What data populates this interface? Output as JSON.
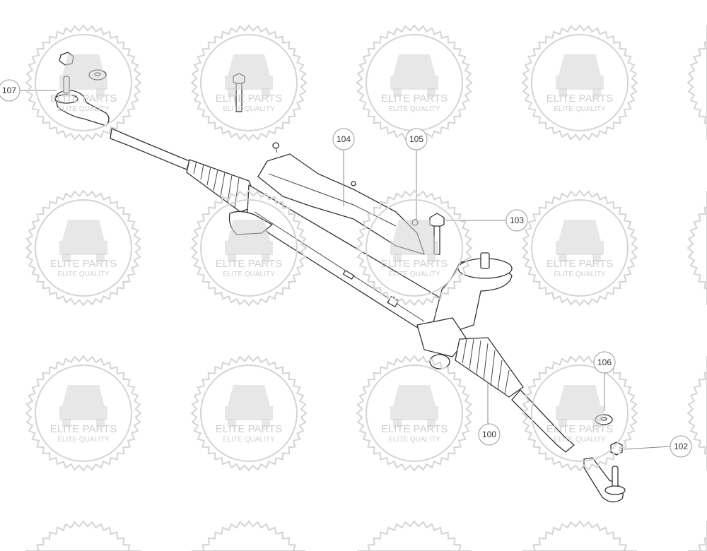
{
  "watermark": {
    "line1": "ELITE PARTS",
    "line2": "ELITE QUALITY",
    "color": "#d4d4d4",
    "icon": "car-icon"
  },
  "callouts": [
    {
      "id": "107",
      "label": "107"
    },
    {
      "id": "104",
      "label": "104"
    },
    {
      "id": "105",
      "label": "105"
    },
    {
      "id": "103",
      "label": "103"
    },
    {
      "id": "106",
      "label": "106"
    },
    {
      "id": "100",
      "label": "100"
    },
    {
      "id": "102",
      "label": "102"
    }
  ]
}
